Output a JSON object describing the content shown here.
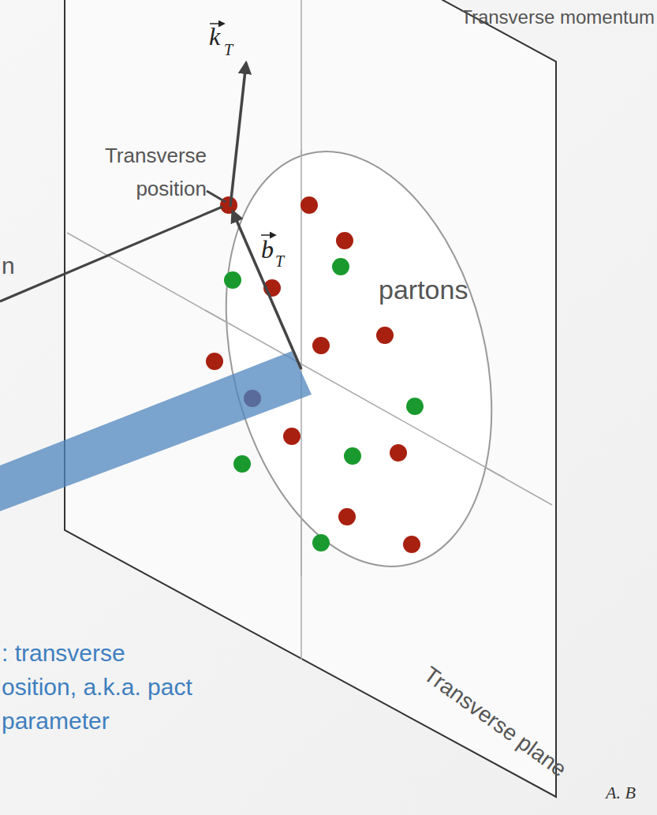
{
  "diagram": {
    "nodes": [
      {
        "text": [
          "Transverse plane"
        ]
      },
      {
        "text": [
          "partons"
        ],
        "in": 0
      }
    ],
    "labels": [
      "Transverse momentum",
      "k",
      "T",
      "Transverse position",
      "n",
      "b",
      "T",
      ": transverse osition, a.k.a. pact parameter",
      "A. B"
    ]
  }
}
